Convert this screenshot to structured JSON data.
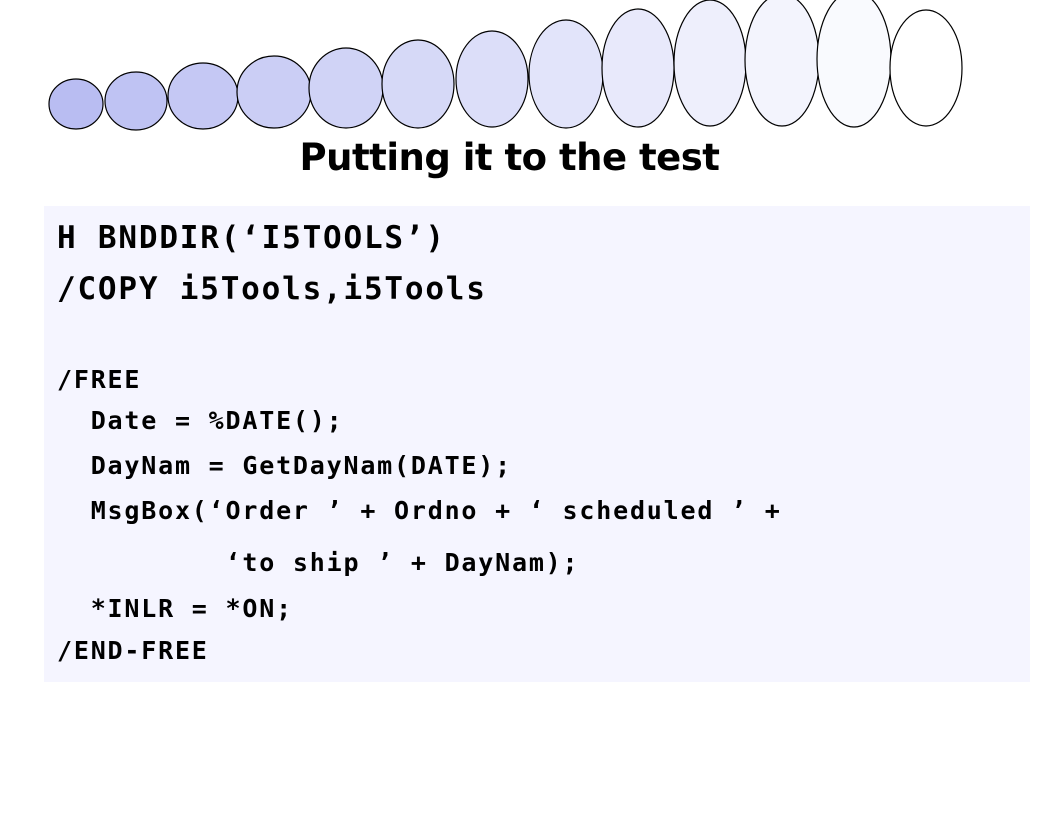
{
  "slide": {
    "title": "Putting it to the test",
    "decoration": {
      "type": "ellipse-chain",
      "colors": {
        "fill_start": "#b9bdf2",
        "fill_end": "#ffffff",
        "stroke": "#000000"
      },
      "count": 13
    },
    "code": {
      "background": "#f5f5ff",
      "lines": [
        "H BNDDIR(‘I5TOOLS’)",
        "/COPY i5Tools,i5Tools",
        "/FREE",
        "  Date = %DATE();",
        "  DayNam = GetDayNam(DATE);",
        "  MsgBox(‘Order ’ + Ordno + ‘ scheduled ’ +",
        "          ‘to ship ’ + DayNam);",
        "  *INLR = *ON;",
        "/END-FREE"
      ]
    }
  }
}
